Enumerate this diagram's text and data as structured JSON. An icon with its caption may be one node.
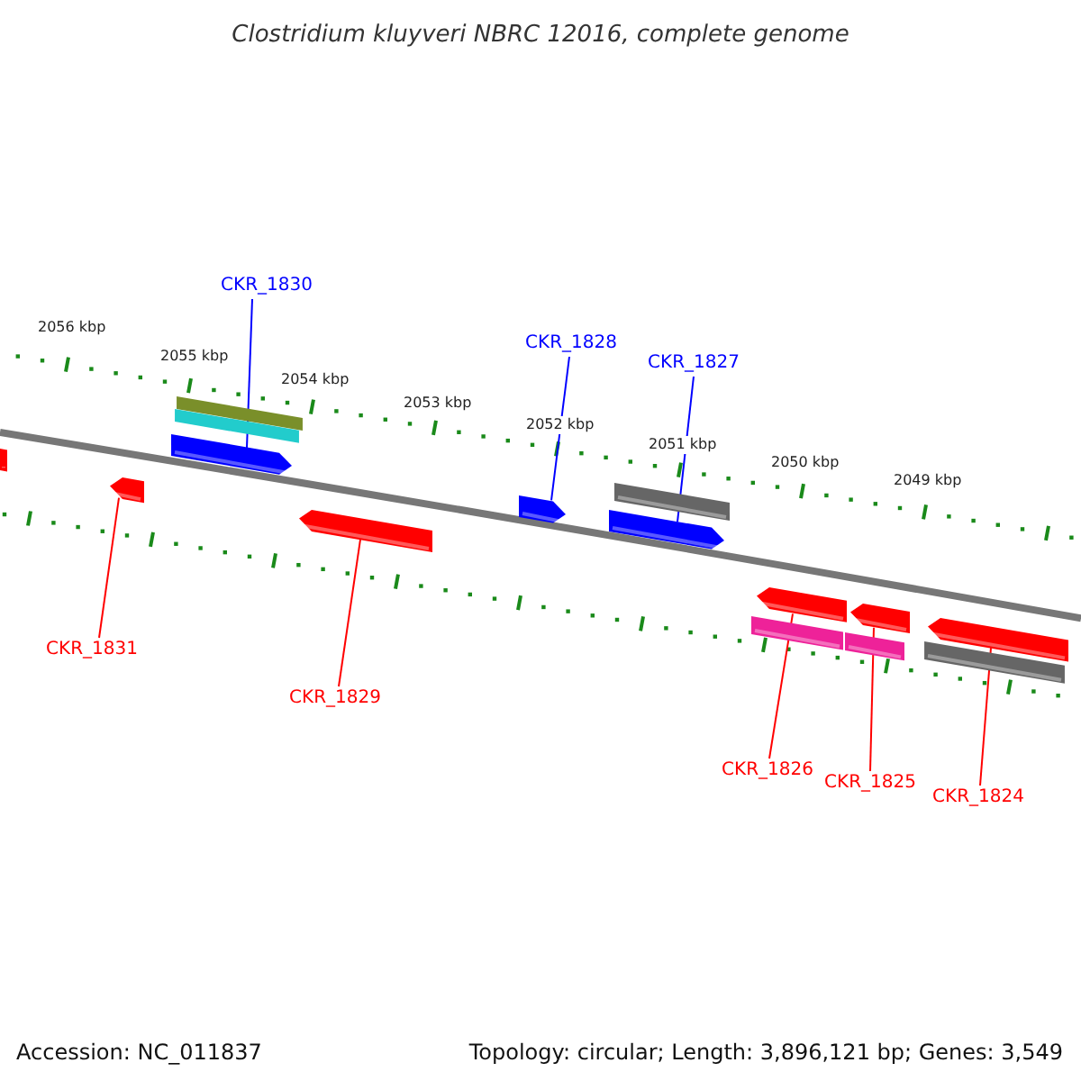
{
  "diagram": {
    "title": "Clostridium kluyveri NBRC 12016, complete genome",
    "nodes": [
      {
        "text": [
          "CKR_1830"
        ]
      },
      {
        "text": [
          "CKR_1828"
        ]
      },
      {
        "text": [
          "CKR_1827"
        ]
      },
      {
        "text": [
          "CKR_1831"
        ]
      },
      {
        "text": [
          "CKR_1829"
        ]
      },
      {
        "text": [
          "CKR_1826"
        ]
      },
      {
        "text": [
          "CKR_1825"
        ]
      },
      {
        "text": [
          "CKR_1824"
        ]
      },
      {
        "text": [],
        "shape": "pentagon"
      },
      {
        "text": [],
        "shape": "pentagon"
      },
      {
        "text": [],
        "shape": "pentagon"
      },
      {
        "text": [],
        "shape": "pentagon"
      },
      {
        "text": [],
        "shape": "pentagon"
      },
      {
        "text": [],
        "shape": "pentagon"
      },
      {
        "text": [],
        "shape": "pentagon"
      },
      {
        "text": [],
        "shape": "pentagon"
      },
      {
        "text": [],
        "shape": "bar"
      },
      {
        "text": [],
        "shape": "bar"
      },
      {
        "text": [],
        "shape": "bar"
      },
      {
        "text": [],
        "shape": "bar"
      },
      {
        "text": [],
        "shape": "bar"
      },
      {
        "text": [],
        "shape": "bar"
      },
      {
        "text": [],
        "shape": "bar"
      }
    ],
    "edges": [
      {
        "from": 0,
        "to": 8,
        "arrow": "none",
        "color": "#0000ff"
      },
      {
        "from": 1,
        "to": 9,
        "arrow": "none",
        "color": "#0000ff"
      },
      {
        "from": 2,
        "to": 10,
        "arrow": "none",
        "color": "#0000ff"
      },
      {
        "from": 3,
        "to": 11,
        "arrow": "none"
      },
      {
        "from": 4,
        "to": 12,
        "arrow": "none"
      },
      {
        "from": 5,
        "to": 13,
        "arrow": "none"
      },
      {
        "from": 6,
        "to": 14,
        "arrow": "none"
      },
      {
        "from": 7,
        "to": 15,
        "arrow": "none"
      }
    ],
    "labels": [
      "2056 kbp",
      "2055 kbp",
      "2054 kbp",
      "2053 kbp",
      "2052 kbp",
      "2051 kbp",
      "2050 kbp",
      "2049 kbp",
      "Accession: NC_011837",
      "Topology: circular; Length: 3,896,121 bp; Genes: 3,549"
    ]
  }
}
